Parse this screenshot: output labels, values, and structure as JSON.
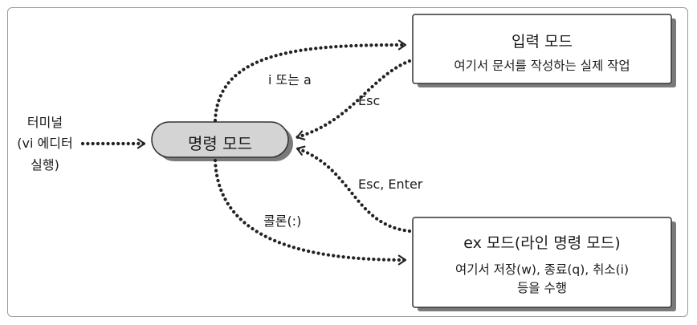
{
  "terminal": {
    "line1": "터미널",
    "line2": "(vi 에디터",
    "line3": "실행)"
  },
  "command_mode": {
    "label": "명령 모드",
    "fill": "#d4d4d4"
  },
  "input_mode": {
    "title": "입력 모드",
    "desc": "여기서 문서를 작성하는 실제 작업"
  },
  "ex_mode": {
    "title": "ex 모드(라인 명령 모드)",
    "desc1": "여기서 저장(w), 종료(q), 취소(i)",
    "desc2": "등을 수행"
  },
  "edges": {
    "to_input": "i 또는 a",
    "from_input": "Esc",
    "from_ex": "Esc, Enter",
    "to_ex": "콜론(:)"
  },
  "colors": {
    "dots": "#222222",
    "box_border": "#333333",
    "shadow": "#7a7a7a"
  }
}
